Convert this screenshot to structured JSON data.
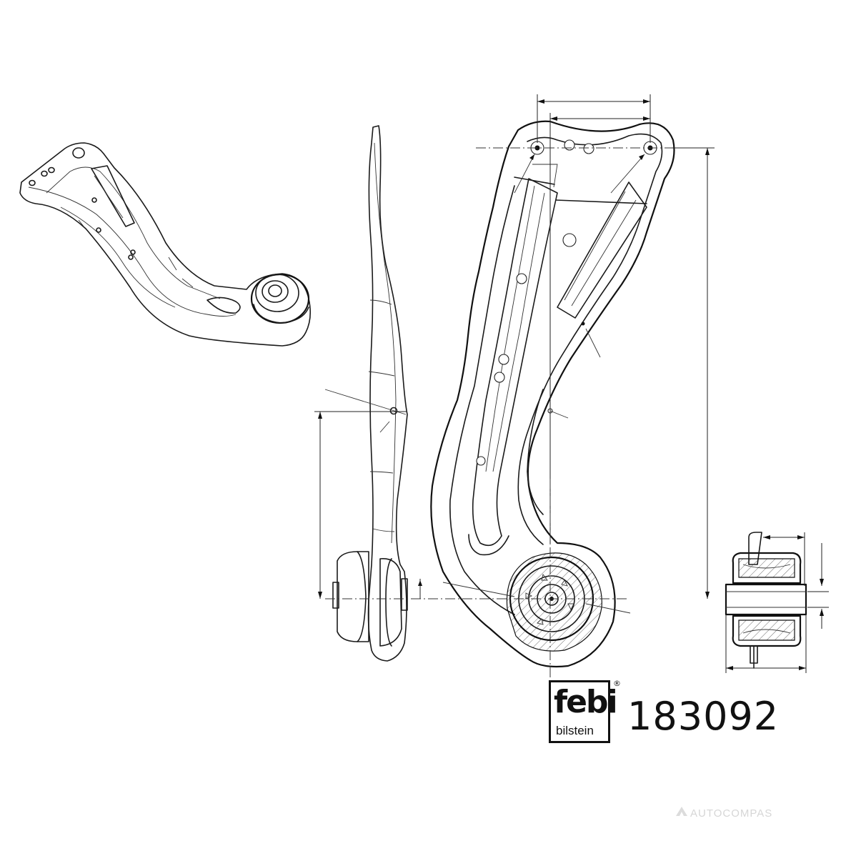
{
  "part_number": "183092",
  "logo": {
    "brand_main": "febi",
    "brand_sub": "bilstein",
    "registered_mark": "®"
  },
  "watermark": {
    "text": "AUTOCOMPAS",
    "icon": "autocompas-logo-icon"
  }
}
